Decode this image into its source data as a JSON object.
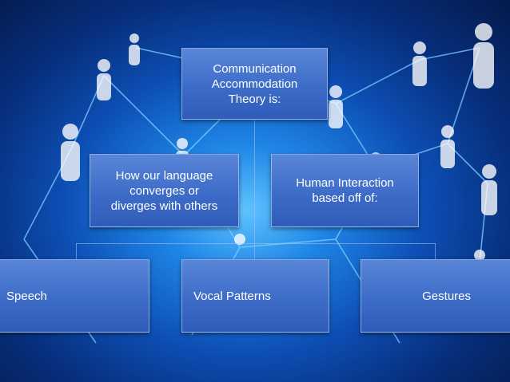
{
  "root": {
    "label": "Communication\nAccommodation\nTheory is:"
  },
  "branch_left": {
    "label": "How our language\nconverges or\ndiverges with others"
  },
  "branch_right": {
    "label": "Human Interaction\nbased off of:"
  },
  "leaves": [
    {
      "label": "Speech"
    },
    {
      "label": "Vocal Patterns"
    },
    {
      "label": "Gestures"
    }
  ],
  "colors": {
    "node_fill": "#3d6cc8",
    "background_center": "#5fc3ff",
    "background_edge": "#041a4c"
  }
}
